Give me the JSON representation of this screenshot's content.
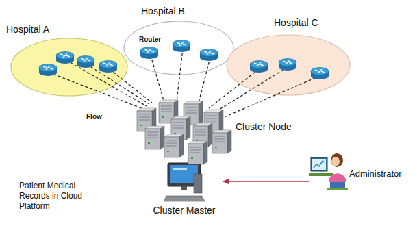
{
  "diagram": {
    "nodes": [
      {
        "text": [
          "Hospital A"
        ]
      },
      {
        "text": [
          "Hospital B"
        ]
      },
      {
        "text": [
          "Hospital C"
        ]
      },
      {
        "text": [
          "Patient Medical Records in Cloud Platform"
        ]
      },
      {
        "text": [
          "Cluster Master"
        ],
        "in": 3
      },
      {
        "text": [
          "Administrator"
        ]
      }
    ],
    "edges": [
      {
        "from": 5,
        "to": 4,
        "arrow": "to"
      }
    ],
    "labels": [
      "Router",
      "Flow",
      "Cluster Node"
    ]
  }
}
